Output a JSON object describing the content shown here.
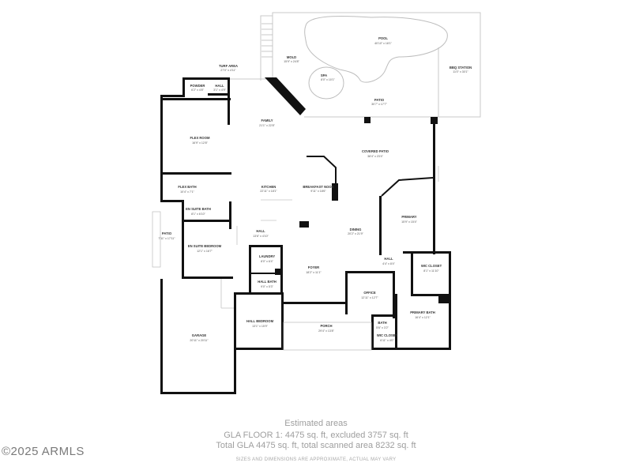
{
  "rooms": [
    {
      "id": "pool",
      "name": "POOL",
      "dims": "40'10\" x 18'1\""
    },
    {
      "id": "bbq",
      "name": "BBQ STATION",
      "dims": "11'0\" x 30'1\""
    },
    {
      "id": "mold",
      "name": "MOLD",
      "dims": "15'9\" x 24'8\""
    },
    {
      "id": "spa",
      "name": "SPA",
      "dims": "8'0\" x 10'1\""
    },
    {
      "id": "patio",
      "name": "PATIO",
      "dims": "30'7\" x 17'7\""
    },
    {
      "id": "turf",
      "name": "TURF AREA",
      "dims": "27'0\" x 4'11\""
    },
    {
      "id": "powder",
      "name": "POWDER",
      "dims": "6'2\" x 4'8\""
    },
    {
      "id": "hall-top",
      "name": "HALL",
      "dims": "3'1\" x 4'9\""
    },
    {
      "id": "family",
      "name": "FAMILY",
      "dims": "21'1\" x 22'8\""
    },
    {
      "id": "flex",
      "name": "FLEX ROOM",
      "dims": "16'9\" x 12'8\""
    },
    {
      "id": "covered-patio",
      "name": "COVERED PATIO",
      "dims": "38'4\" x 23'4\""
    },
    {
      "id": "flex-bath",
      "name": "FLEX BATH",
      "dims": "10'4\" x 7'1\""
    },
    {
      "id": "kitchen",
      "name": "KITCHEN",
      "dims": "22'11\" x 18'1\""
    },
    {
      "id": "breakfast",
      "name": "BREAKFAST NOOK",
      "dims": "9'11\" x 18'6\""
    },
    {
      "id": "ensuite-bath",
      "name": "EN SUITE BATH",
      "dims": "8'1\" x 6'10\""
    },
    {
      "id": "primary",
      "name": "PRIMARY",
      "dims": "15'9\" x 15'4\""
    },
    {
      "id": "hall-mid",
      "name": "HALL",
      "dims": "13'6\" x 4'10\""
    },
    {
      "id": "dining",
      "name": "DINING",
      "dims": "20'2\" x 21'9\""
    },
    {
      "id": "patio-side",
      "name": "PATIO",
      "dims": "7'11\" x 17'11\""
    },
    {
      "id": "ensuite-bed",
      "name": "EN SUITE BEDROOM",
      "dims": "12'1\" x 16'7\""
    },
    {
      "id": "laundry",
      "name": "LAUNDRY",
      "dims": "8'0\" x 6'4\""
    },
    {
      "id": "hall-right",
      "name": "HALL",
      "dims": "4'4\" x 8'4\""
    },
    {
      "id": "wic",
      "name": "WIC CLOSET",
      "dims": "8'1\" x 11'10\""
    },
    {
      "id": "foyer",
      "name": "FOYER",
      "dims": "18'2\" x 11'1\""
    },
    {
      "id": "hall-bath",
      "name": "HALL BATH",
      "dims": "9'0\" x 5'3\""
    },
    {
      "id": "office",
      "name": "OFFICE",
      "dims": "12'11\" x 12'7\""
    },
    {
      "id": "primary-bath",
      "name": "PRIMARY BATH",
      "dims": "16'4\" x 12'1\""
    },
    {
      "id": "hall-bed",
      "name": "HALL BEDROOM",
      "dims": "13'1\" x 15'9\""
    },
    {
      "id": "porch",
      "name": "PORCH",
      "dims": "29'4\" x 13'8\""
    },
    {
      "id": "bath",
      "name": "BATH",
      "dims": "5'6\" x 3'2\""
    },
    {
      "id": "wic-closet",
      "name": "WIC CLOSET",
      "dims": "6'11\" x 4'0\""
    },
    {
      "id": "garage",
      "name": "GARAGE",
      "dims": "20'11\" x 20'11\""
    }
  ],
  "footer": {
    "title": "Estimated areas",
    "line1": "GLA FLOOR 1: 4475 sq. ft, excluded 3757 sq. ft",
    "line2": "Total GLA 4475 sq. ft, total scanned area 8232 sq. ft",
    "disclaimer": "SIZES AND DIMENSIONS ARE APPROXIMATE, ACTUAL MAY VARY"
  },
  "brand": "©2025 ARMLS"
}
